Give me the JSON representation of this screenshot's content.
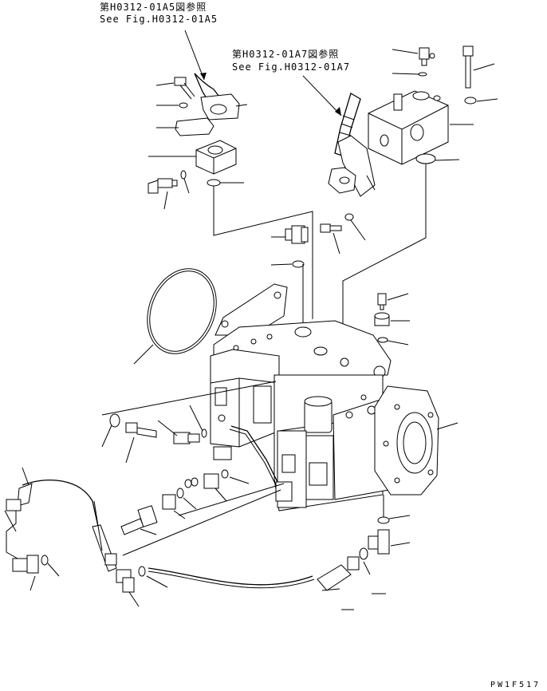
{
  "refs": {
    "ref_a5_ja": "第H0312-01A5図参照",
    "ref_a5_en": "See Fig.H0312-01A5",
    "ref_a7_ja": "第H0312-01A7図参照",
    "ref_a7_en": "See Fig.H0312-01A7"
  },
  "figure_code": "PW1F517"
}
